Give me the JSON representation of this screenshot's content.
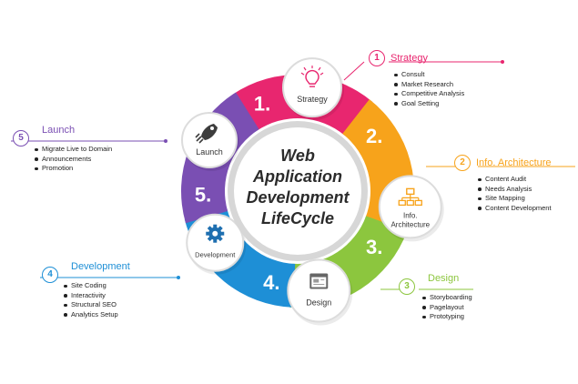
{
  "center": {
    "line1": "Web Application",
    "line2": "Development",
    "line3": "LifeCycle"
  },
  "colors": {
    "strategy": "#e8266f",
    "architecture": "#f7a31b",
    "design": "#8cc63e",
    "development": "#1e8fd6",
    "launch": "#7a4fb3"
  },
  "stages": [
    {
      "key": "strategy",
      "big": "1.",
      "label": "Strategy",
      "icon": "lightbulb-icon"
    },
    {
      "key": "architecture",
      "big": "2.",
      "label": "Info.",
      "label2": "Architecture",
      "icon": "sitemap-icon"
    },
    {
      "key": "design",
      "big": "3.",
      "label": "Design",
      "icon": "layout-icon"
    },
    {
      "key": "development",
      "big": "4.",
      "label": "Development",
      "icon": "gear-icon"
    },
    {
      "key": "launch",
      "big": "5.",
      "label": "Launch",
      "icon": "rocket-icon"
    }
  ],
  "panels": {
    "strategy": {
      "num": "1",
      "title": "Strategy",
      "items": [
        "Consult",
        "Market Research",
        "Competitive Analysis",
        "Goal Setting"
      ]
    },
    "architecture": {
      "num": "2",
      "title": "Info. Architecture",
      "items": [
        "Content Audit",
        "Needs Analysis",
        "Site Mapping",
        "Content Development"
      ]
    },
    "design": {
      "num": "3",
      "title": "Design",
      "items": [
        "Storyboarding",
        "Pagelayout",
        "Prototyping"
      ]
    },
    "development": {
      "num": "4",
      "title": "Development",
      "items": [
        "Site Coding",
        "Interactivity",
        "Structural SEO",
        "Analytics Setup"
      ]
    },
    "launch": {
      "num": "5",
      "title": "Launch",
      "items": [
        "Migrate Live to Domain",
        "Announcements",
        "Promotion"
      ]
    }
  }
}
